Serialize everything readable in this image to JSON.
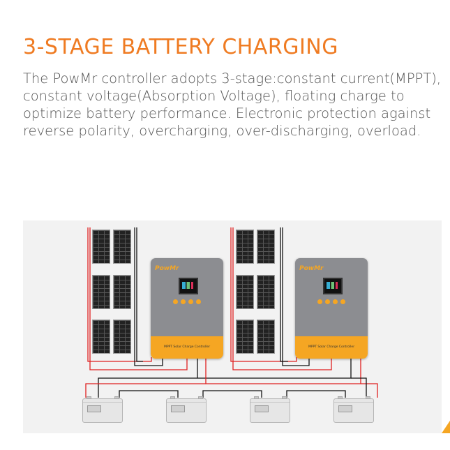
{
  "heading": "3-STAGE BATTERY CHARGING",
  "description": {
    "line1": "The PowMr controller adopts 3-stage:constant current(MPPT),",
    "line2": "constant voltage(Absorption Voltage), floating charge to",
    "line3": "optimize battery performance. Electronic protection against",
    "line4": "reverse polarity, overcharging, over-discharging, overload."
  },
  "controllers": [
    {
      "brand": "PowMr",
      "label": "MPPT Solar Charge Controller"
    },
    {
      "brand": "PowMr",
      "label": "MPPT Solar Charge Controller"
    }
  ],
  "colors": {
    "accent": "#ef7b22",
    "controller_orange": "#f5a623",
    "wire_positive": "#e02020",
    "wire_negative": "#111111"
  },
  "icons": [
    "solar-panel-icon",
    "battery-icon"
  ]
}
